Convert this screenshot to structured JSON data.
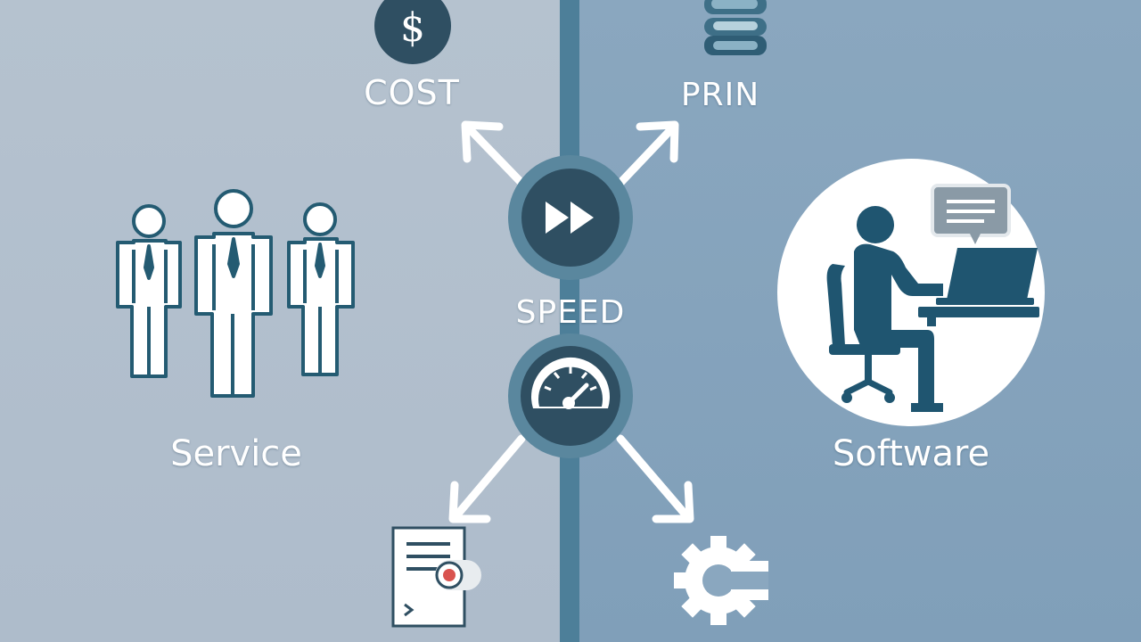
{
  "labels": {
    "cost": "COST",
    "prin": "PRIN",
    "speed": "SPEED",
    "service": "Service",
    "software": "Software"
  },
  "icons": {
    "dollar": "$",
    "top_center": "coins-icon",
    "center_top": "fast-forward-icon",
    "center_bottom": "speedometer-icon",
    "left": "people-icon",
    "right": "person-at-computer-icon",
    "bottom_left": "document-certificate-icon",
    "bottom_right": "gear-icon"
  },
  "colors": {
    "left_bg": "#b5c2cf",
    "right_bg": "#8aa7bf",
    "accent": "#2f4f62",
    "ring": "#5a879e",
    "icon_dark": "#1f5570",
    "white": "#ffffff"
  }
}
